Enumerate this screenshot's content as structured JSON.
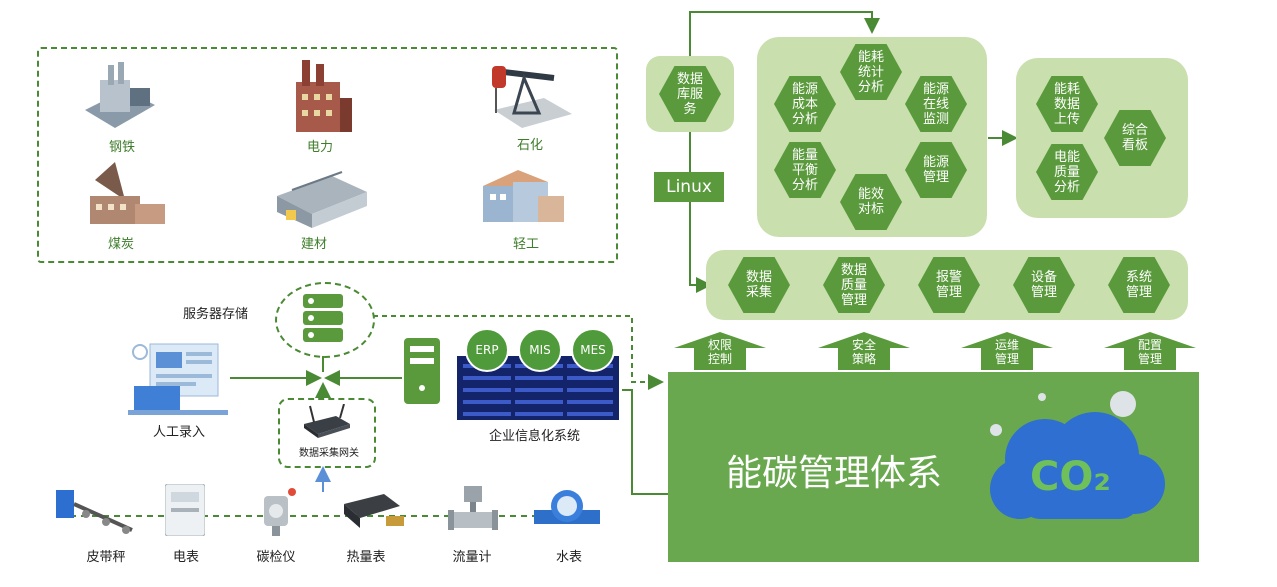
{
  "industries": [
    "钢铁",
    "电力",
    "石化",
    "煤炭",
    "建材",
    "轻工"
  ],
  "server_storage_label": "服务器存储",
  "manual_entry_label": "人工录入",
  "gateway_label": "数据采集网关",
  "enterprise_system_label": "企业信息化系统",
  "enterprise_systems": [
    "ERP",
    "MIS",
    "MES"
  ],
  "devices": [
    "皮带秤",
    "电表",
    "碳检仪",
    "热量表",
    "流量计",
    "水表"
  ],
  "database_service": "数据\n库服\n务",
  "linux_label": "Linux",
  "analysis_hexes": [
    "能耗\n统计\n分析",
    "能源\n成本\n分析",
    "能源\n在线\n监测",
    "能量\n平衡\n分析",
    "能源\n管理",
    "能效\n对标"
  ],
  "output_hexes": [
    "能耗\n数据\n上传",
    "综合\n看板",
    "电能\n质量\n分析"
  ],
  "function_hexes": [
    "数据\n采集",
    "数据\n质量\n管理",
    "报警\n管理",
    "设备\n管理",
    "系统\n管理"
  ],
  "support_arrows": [
    "权限\n控制",
    "安全\n策略",
    "运维\n管理",
    "配置\n管理"
  ],
  "system_title": "能碳管理体系",
  "co2_label": "CO₂",
  "colors": {
    "green_dark": "#5a9a3c",
    "green_light": "#c9dfae",
    "main_green": "#6aa84f",
    "cloud_blue": "#2e6fd1"
  }
}
